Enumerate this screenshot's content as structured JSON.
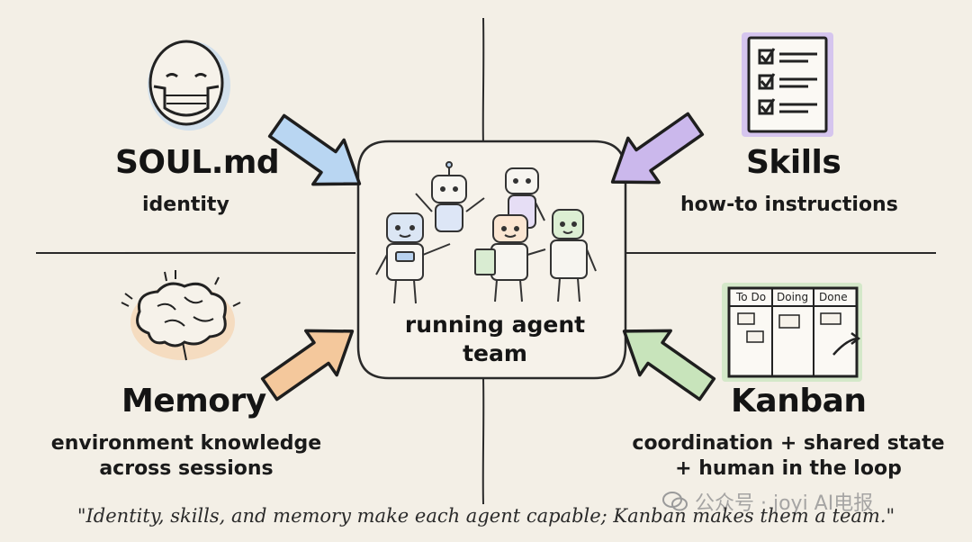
{
  "center": {
    "label_line1": "running agent",
    "label_line2": "team"
  },
  "soul": {
    "title": "SOUL.md",
    "subtitle": "identity",
    "icon": "masked-face-icon",
    "accent": "#a9cdef"
  },
  "skills": {
    "title": "Skills",
    "subtitle": "how-to instructions",
    "icon": "checklist-icon",
    "accent": "#c9b5ea"
  },
  "memory": {
    "title": "Memory",
    "subtitle_line1": "environment knowledge",
    "subtitle_line2": "across sessions",
    "icon": "brain-icon",
    "accent": "#f2c79b"
  },
  "kanban": {
    "title": "Kanban",
    "subtitle_line1": "coordination + shared state",
    "subtitle_line2": "+ human in the loop",
    "icon": "kanban-board-icon",
    "accent": "#c8e5bd",
    "columns": [
      "To Do",
      "Doing",
      "Done"
    ]
  },
  "quote": "\"Identity, skills, and memory make each agent capable; Kanban makes them a team.\"",
  "watermark": "公众号 · joyi AI电报"
}
